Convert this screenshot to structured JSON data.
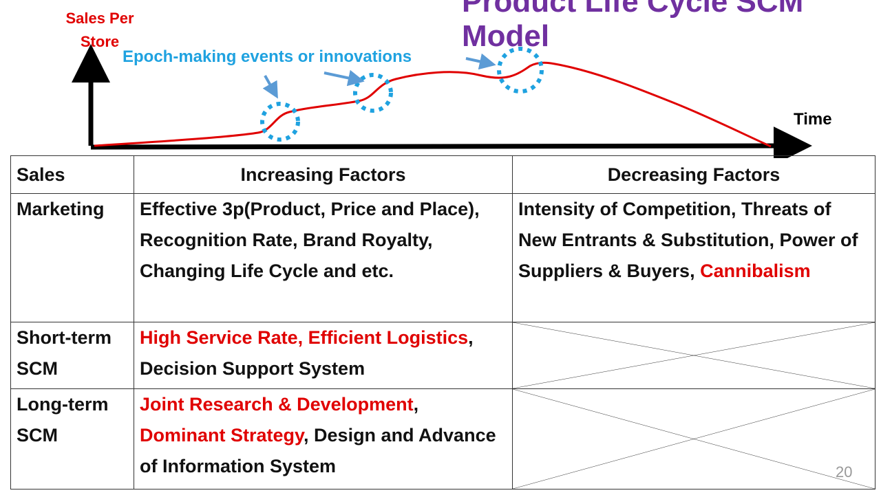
{
  "title": "Product Life Cycle SCM Model",
  "diagram": {
    "y_axis_label": "Sales Per Store",
    "x_axis_label": "Time",
    "annotation": "Epoch-making events or innovations",
    "colors": {
      "curve": "#e00000",
      "circles": "#1fa2e0",
      "arrows": "#5b9bd5",
      "axes": "#000000",
      "title": "#7030a0"
    }
  },
  "table": {
    "headers": [
      "Sales",
      "Increasing Factors",
      "Decreasing Factors"
    ],
    "rows": [
      {
        "label": "Marketing",
        "increasing": [
          {
            "text": "Effective 3p(Product, Price and Place), Recognition Rate, Brand Royalty, Changing Life Cycle and etc.",
            "red": false
          }
        ],
        "decreasing": [
          {
            "text": "Intensity of Competition, Threats of New Entrants & Substitution, Power of Suppliers & Buyers, ",
            "red": false
          },
          {
            "text": "Cannibalism",
            "red": true
          }
        ],
        "decreasing_crossed_out": false
      },
      {
        "label": "Short-term SCM",
        "increasing": [
          {
            "text": "High Service Rate, Efficient Logistics",
            "red": true
          },
          {
            "text": ", Decision Support System",
            "red": false
          }
        ],
        "decreasing": [],
        "decreasing_crossed_out": true
      },
      {
        "label": "Long-term SCM",
        "increasing": [
          {
            "text": "Joint Research & Development",
            "red": true
          },
          {
            "text": ", ",
            "red": false
          },
          {
            "text": "Dominant Strategy",
            "red": true
          },
          {
            "text": ", Design and Advance of Information System",
            "red": false
          }
        ],
        "decreasing": [],
        "decreasing_crossed_out": true
      }
    ]
  },
  "page_number": "20"
}
